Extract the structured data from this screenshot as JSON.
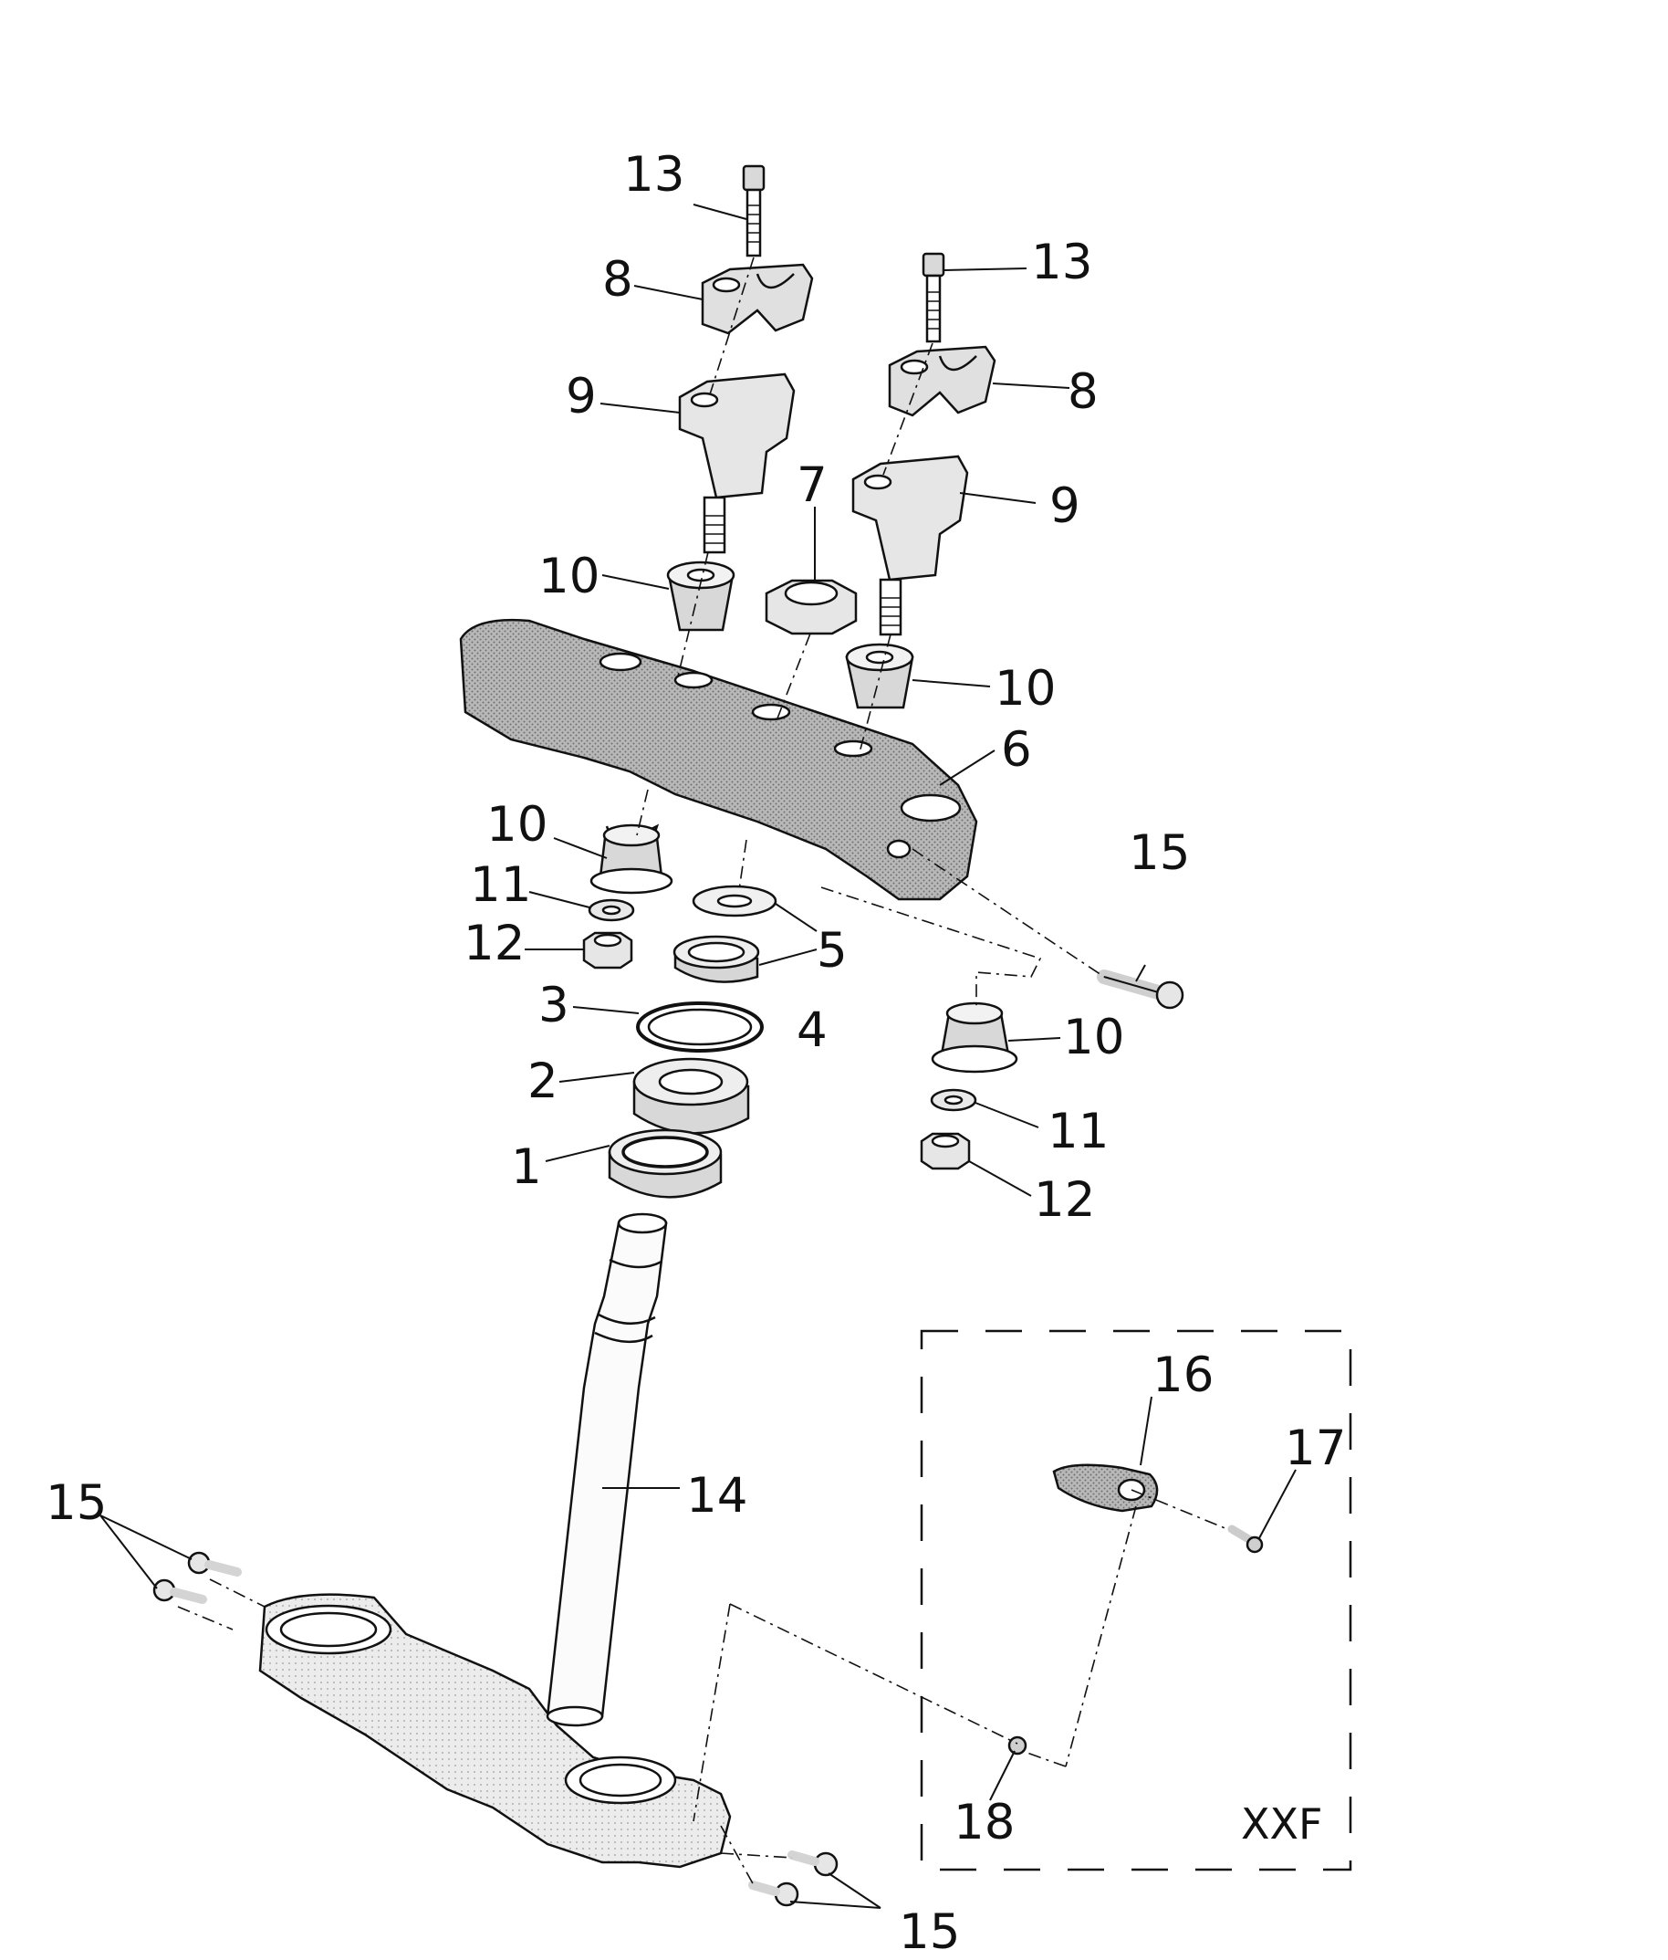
{
  "diagram": {
    "background": "#ffffff",
    "ink": "#111111",
    "part_fill_dark": "#9a9a9a",
    "part_fill_mid": "#c4c4c4",
    "part_fill_light": "#e4e4e4",
    "callouts": {
      "c1": "1",
      "c2": "2",
      "c3": "3",
      "c4": "4",
      "c5": "5",
      "c6": "6",
      "c7": "7",
      "c8a": "8",
      "c8b": "8",
      "c9a": "9",
      "c9b": "9",
      "c10a": "10",
      "c10b": "10",
      "c10c": "10",
      "c10d": "10",
      "c11a": "11",
      "c11b": "11",
      "c12a": "12",
      "c12b": "12",
      "c13a": "13",
      "c13b": "13",
      "c14": "14",
      "c15a": "15",
      "c15b": "15",
      "c15c": "15",
      "c16": "16",
      "c17": "17",
      "c18": "18"
    },
    "variant_box_label": "XXF"
  }
}
